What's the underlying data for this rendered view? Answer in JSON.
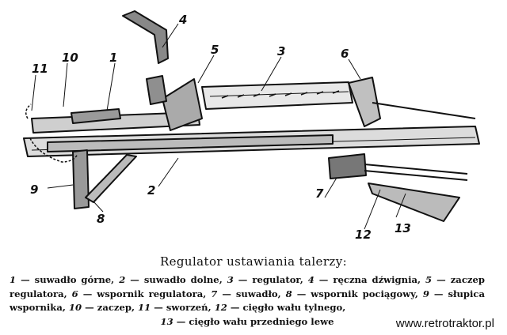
{
  "figure": {
    "labels": [
      "1",
      "2",
      "3",
      "4",
      "5",
      "6",
      "7",
      "8",
      "9",
      "10",
      "11",
      "12",
      "13"
    ]
  },
  "caption": {
    "title": "Regulator ustawiania talerzy:",
    "entries": [
      {
        "n": "1",
        "text": "suwadło górne,"
      },
      {
        "n": "2",
        "text": "suwadło dolne,"
      },
      {
        "n": "3",
        "text": "regulator,"
      },
      {
        "n": "4",
        "text": "ręczna dźwignia,"
      },
      {
        "n": "5",
        "text": "zaczep regulatora,"
      },
      {
        "n": "6",
        "text": "wspornik regulatora,"
      },
      {
        "n": "7",
        "text": "suwadło,"
      },
      {
        "n": "8",
        "text": "wspornik pociągowy,"
      },
      {
        "n": "9",
        "text": "słupica wspornika,"
      },
      {
        "n": "10",
        "text": "zaczep,"
      },
      {
        "n": "11",
        "text": "sworzeń,"
      },
      {
        "n": "12",
        "text": "cięgło wału tylnego,"
      },
      {
        "n": "13",
        "text": "cięgło wału przedniego lewe"
      }
    ]
  },
  "watermark": "www.retrotraktor.pl"
}
